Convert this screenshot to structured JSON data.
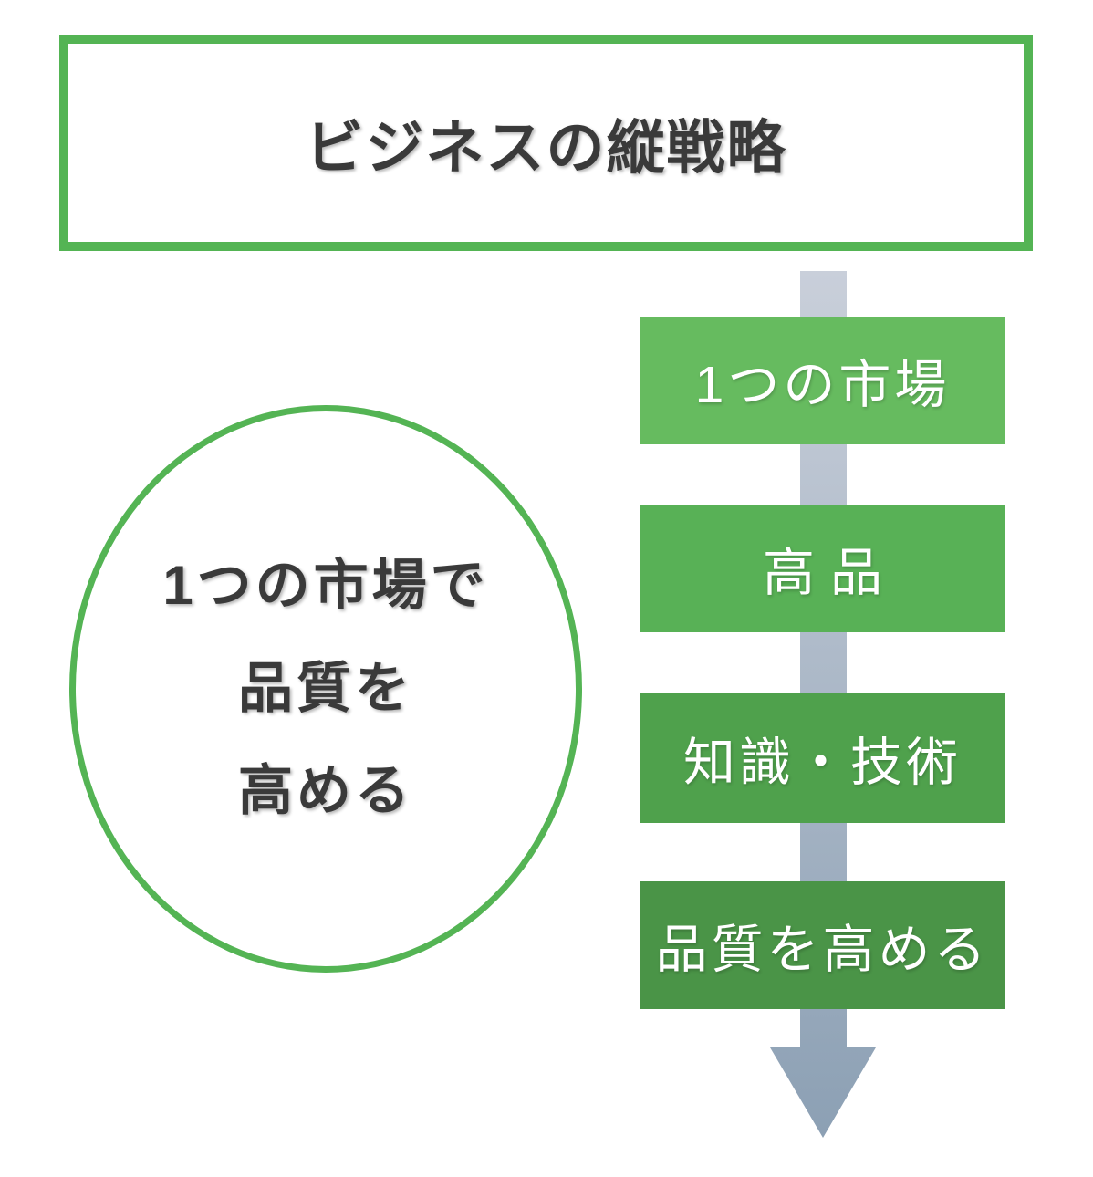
{
  "title": {
    "text": "ビジネスの縦戦略"
  },
  "circle": {
    "lines": [
      "1つの市場で",
      "品質を",
      "高める"
    ]
  },
  "flow": {
    "steps": [
      {
        "label": "1つの市場",
        "color": "#66BB5F"
      },
      {
        "label": "高品",
        "color": "#58B156"
      },
      {
        "label": "知識・技術",
        "color": "#4FA14C"
      },
      {
        "label": "品質を高める",
        "color": "#4A9447"
      }
    ],
    "arrow_icon": "down-arrow-icon",
    "arrow_colors": {
      "top": "#C9CFDA",
      "bottom": "#8CA0B4"
    }
  },
  "colors": {
    "border_green": "#54B454",
    "text_dark": "#3A3A3A",
    "box_text": "#FFFFFF",
    "background": "#FFFFFF"
  }
}
